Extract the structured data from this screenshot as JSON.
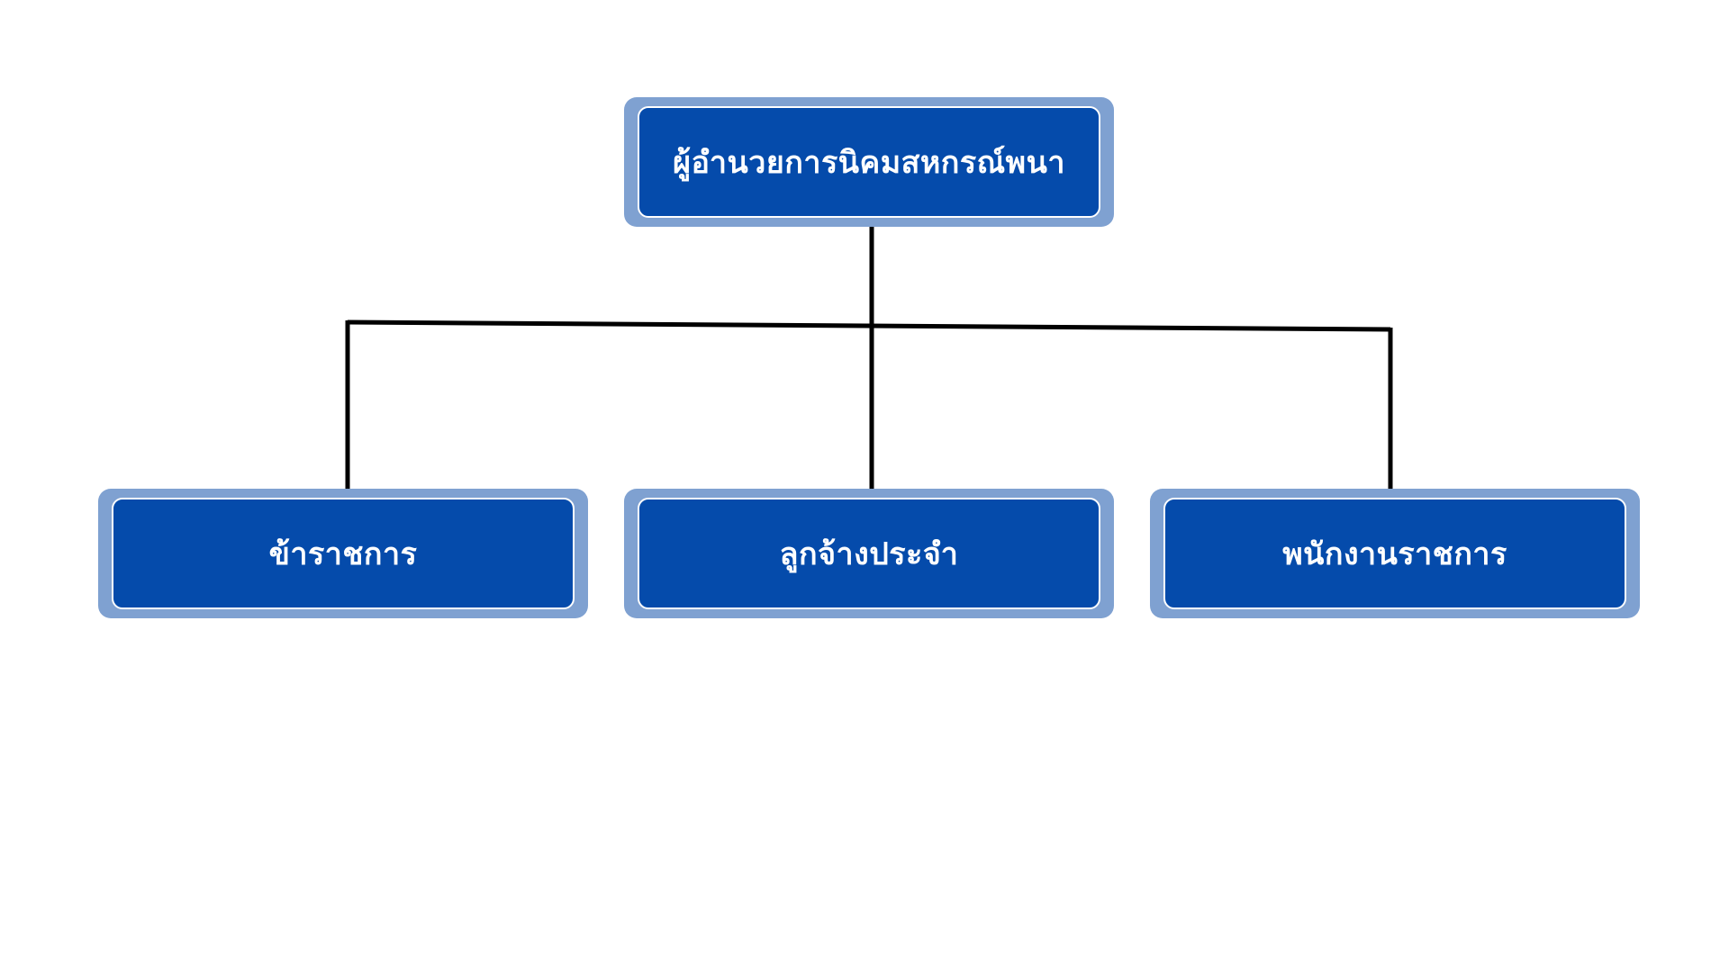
{
  "colors": {
    "box_fill": "#054BAB",
    "box_frame": "#7FA1D1",
    "box_inner_border": "#FFFFFF",
    "label_text": "#FFFFFF",
    "connector": "#000000"
  },
  "org_chart": {
    "root": {
      "label": "ผู้อำนวยการนิคมสหกรณ์พนา"
    },
    "children": [
      {
        "label": "ข้าราชการ"
      },
      {
        "label": "ลูกจ้างประจำ"
      },
      {
        "label": "พนักงานราชการ"
      }
    ]
  }
}
